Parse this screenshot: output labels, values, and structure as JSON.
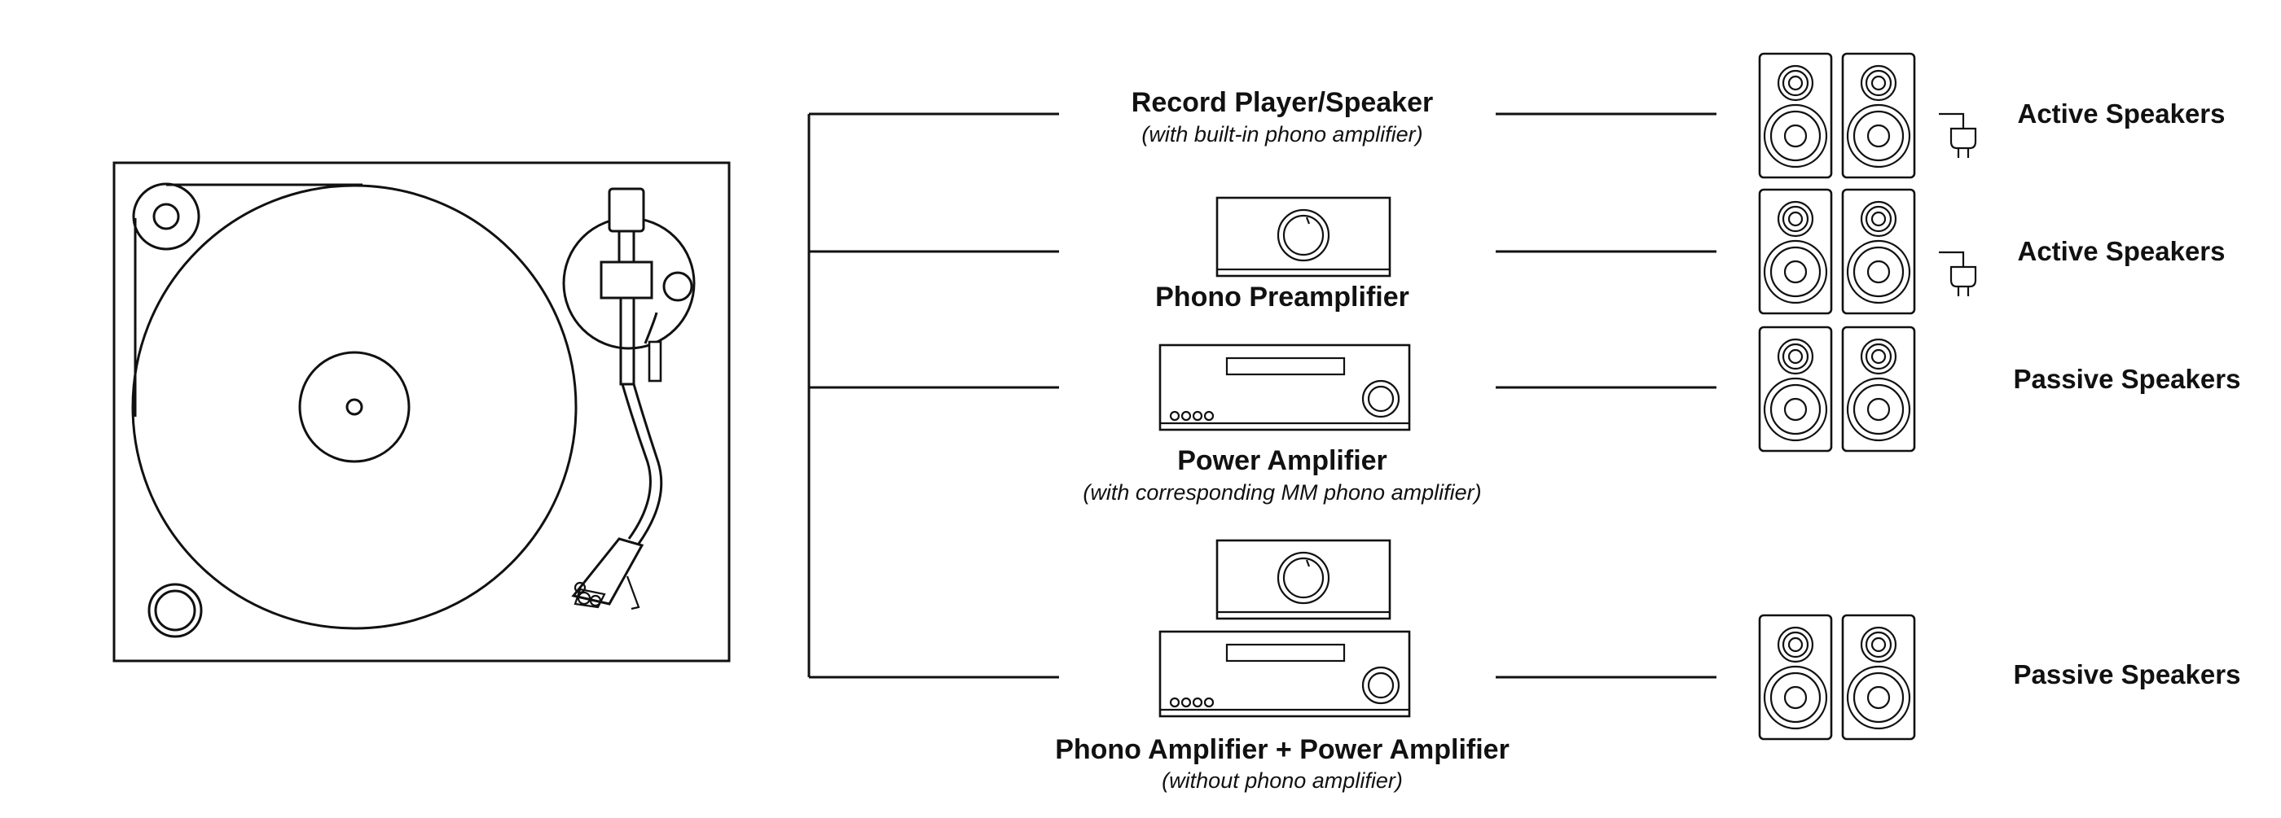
{
  "options": [
    {
      "device_label": "Record Player/Speaker",
      "device_note": "(with built-in phono amplifier)",
      "speaker_label": "Active Speakers"
    },
    {
      "device_label": "Phono Preamplifier",
      "device_note": "",
      "speaker_label": "Active Speakers"
    },
    {
      "device_label": "Power Amplifier",
      "device_note": "(with corresponding MM phono amplifier)",
      "speaker_label": "Passive Speakers"
    },
    {
      "device_label": "Phono Amplifier + Power Amplifier",
      "device_note": "(without phono amplifier)",
      "speaker_label": "Passive Speakers"
    }
  ],
  "icons": {
    "turntable": "turntable-icon",
    "phono_preamp": "phono-preamplifier-icon",
    "power_amp": "power-amplifier-icon",
    "speaker_pair": "speaker-pair-icon",
    "power_plug": "power-plug-icon"
  },
  "colors": {
    "line": "#111111",
    "background": "#ffffff"
  }
}
